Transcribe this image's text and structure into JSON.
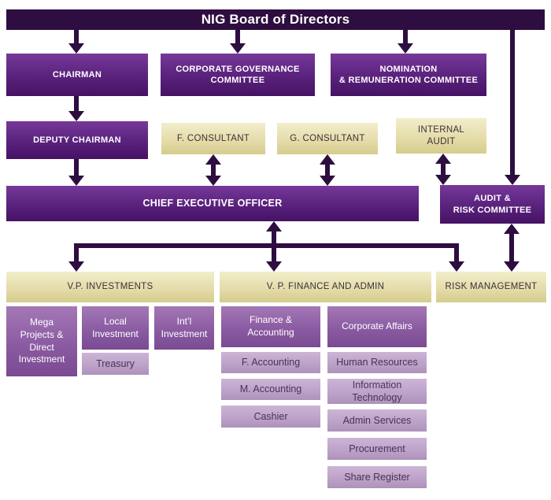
{
  "title": "NIG Board of Directors",
  "colors": {
    "connector_dark_purple": "#2e0d40",
    "tier1_purple_top": "#76399a",
    "tier1_purple_bottom": "#451264",
    "khaki_top": "#f1eeca",
    "khaki_bottom": "#d5cc8c",
    "mid_purple_top": "#a478b6",
    "mid_purple_bottom": "#7b4a93",
    "light_purple_top": "#ccb5d6",
    "light_purple_bottom": "#ae92bb",
    "text_on_khaki": "#3a3138",
    "text_on_light": "#483355"
  },
  "nodes": {
    "board": "NIG Board of Directors",
    "chairman": "CHAIRMAN",
    "corporate_governance": "CORPORATE GOVERNANCE\nCOMMITTEE",
    "nomination_remuneration": "NOMINATION\n& REMUNERATION COMMITTEE",
    "deputy_chairman": "DEPUTY CHAIRMAN",
    "f_consultant": "F. CONSULTANT",
    "g_consultant": "G. CONSULTANT",
    "internal_audit": "INTERNAL\nAUDIT",
    "ceo": "CHIEF EXECUTIVE OFFICER",
    "audit_risk_committee": "AUDIT &\nRISK COMMITTEE",
    "vp_investments": "V.P. INVESTMENTS",
    "vp_finance_admin": "V. P. FINANCE AND ADMIN",
    "risk_management": "RISK MANAGEMENT",
    "mega_projects": "Mega\nProjects &\nDirect\nInvestment",
    "local_investment": "Local\nInvestment",
    "intl_investment": "Int’l\nInvestment",
    "treasury": "Treasury",
    "finance_accounting": "Finance &\nAccounting",
    "f_accounting": "F. Accounting",
    "m_accounting": "M. Accounting",
    "cashier": "Cashier",
    "corporate_affairs": "Corporate Affairs",
    "human_resources": "Human Resources",
    "information_technology": "Information\nTechnology",
    "admin_services": "Admin Services",
    "procurement": "Procurement",
    "share_register": "Share Register"
  },
  "connections": [
    {
      "from": "board",
      "to": "chairman",
      "type": "single-down"
    },
    {
      "from": "board",
      "to": "corporate_governance",
      "type": "single-down"
    },
    {
      "from": "board",
      "to": "nomination_remuneration",
      "type": "single-down"
    },
    {
      "from": "board",
      "to": "audit_risk_committee",
      "type": "single-down"
    },
    {
      "from": "chairman",
      "to": "deputy_chairman",
      "type": "single-down"
    },
    {
      "from": "deputy_chairman",
      "to": "ceo",
      "type": "single-down"
    },
    {
      "from": "f_consultant",
      "to": "ceo",
      "type": "double"
    },
    {
      "from": "g_consultant",
      "to": "ceo",
      "type": "double"
    },
    {
      "from": "internal_audit",
      "to": "audit_risk_committee",
      "type": "double"
    },
    {
      "from": "ceo",
      "to": "vp_finance_admin",
      "type": "double"
    },
    {
      "from": "ceo",
      "to": "vp_investments",
      "type": "branch-down"
    },
    {
      "from": "ceo",
      "to": "risk_management",
      "type": "branch-down"
    },
    {
      "from": "audit_risk_committee",
      "to": "risk_management",
      "type": "double"
    }
  ]
}
